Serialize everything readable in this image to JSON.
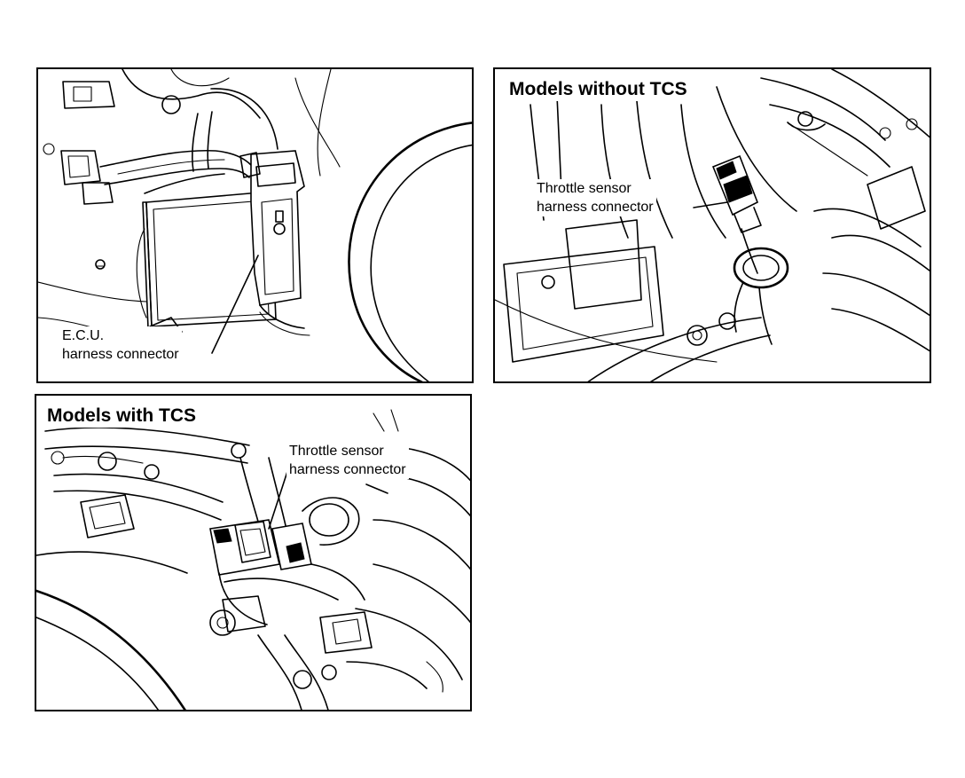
{
  "panels": {
    "ecu": {
      "callout_line1": "E.C.U.",
      "callout_line2": "harness connector"
    },
    "without_tcs": {
      "heading": "Models without TCS",
      "callout_line1": "Throttle sensor",
      "callout_line2": "harness connector"
    },
    "with_tcs": {
      "heading": "Models with TCS",
      "callout_line1": "Throttle sensor",
      "callout_line2": "harness connector"
    }
  },
  "colors": {
    "ink": "#000000",
    "paper": "#ffffff"
  }
}
